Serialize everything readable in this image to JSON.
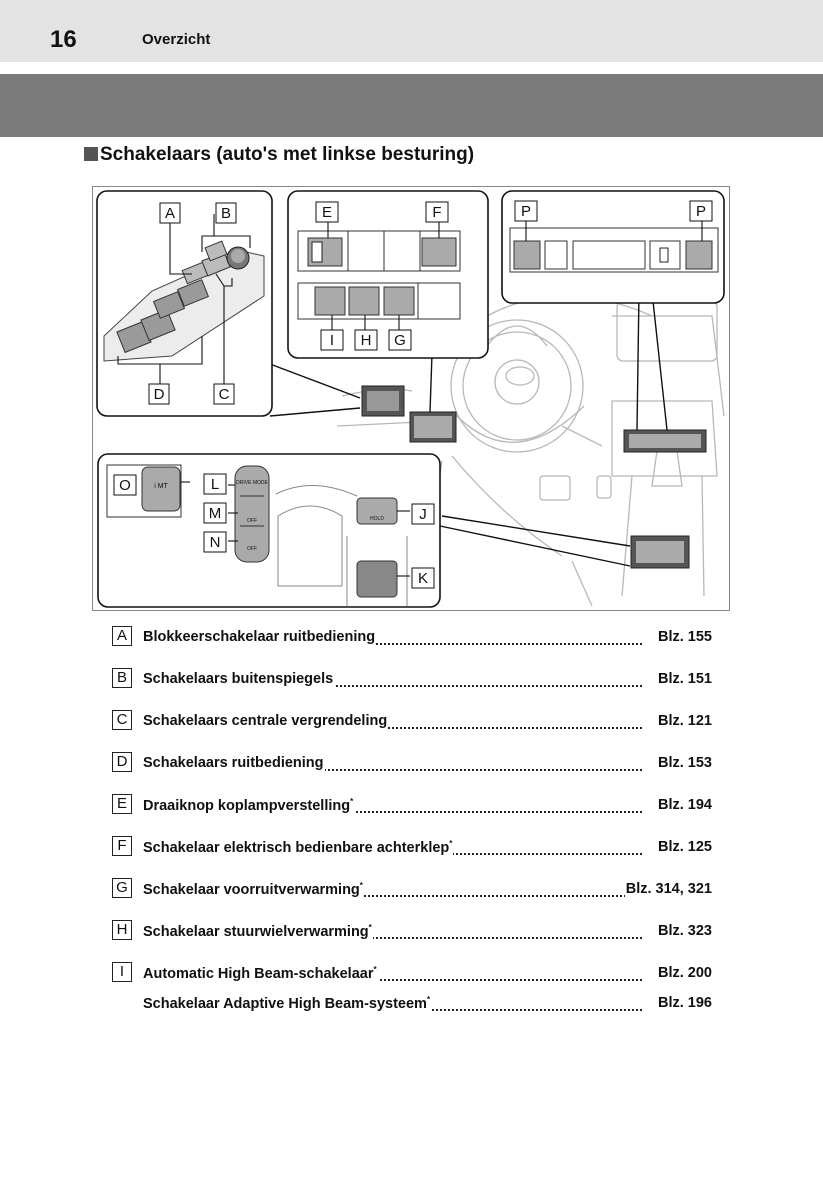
{
  "header": {
    "page_number": "16",
    "chapter": "Overzicht"
  },
  "section": {
    "title": "Schakelaars (auto's met linkse besturing)"
  },
  "figure": {
    "callouts": [
      "A",
      "B",
      "C",
      "D",
      "E",
      "F",
      "I",
      "H",
      "G",
      "P",
      "P",
      "O",
      "L",
      "M",
      "N",
      "J",
      "K"
    ],
    "switch_texts": {
      "imt": "i MT",
      "drive_mode": "DRIVE MODE",
      "off": "OFF",
      "hold": "HOLD"
    }
  },
  "items": [
    {
      "letter": "A",
      "label": "Blokkeerschakelaar ruitbediening",
      "star": "",
      "ref": "Blz. 155"
    },
    {
      "letter": "B",
      "label": "Schakelaars buitenspiegels",
      "star": "",
      "ref": "Blz. 151"
    },
    {
      "letter": "C",
      "label": "Schakelaars centrale vergrendeling",
      "star": "",
      "ref": "Blz. 121"
    },
    {
      "letter": "D",
      "label": "Schakelaars ruitbediening",
      "star": "",
      "ref": "Blz. 153"
    },
    {
      "letter": "E",
      "label": "Draaiknop koplampverstelling",
      "star": "*",
      "ref": "Blz. 194"
    },
    {
      "letter": "F",
      "label": "Schakelaar elektrisch bedienbare achterklep",
      "star": "*",
      "ref": "Blz. 125"
    },
    {
      "letter": "G",
      "label": "Schakelaar voorruitverwarming",
      "star": "*",
      "ref": "Blz. 314, 321"
    },
    {
      "letter": "H",
      "label": "Schakelaar stuurwielverwarming",
      "star": "*",
      "ref": "Blz. 323"
    },
    {
      "letter": "I",
      "label": "Automatic High Beam-schakelaar",
      "star": "*",
      "ref": "Blz. 200"
    },
    {
      "letter": "",
      "label": "Schakelaar Adaptive High Beam-systeem",
      "star": "*",
      "ref": "Blz. 196"
    }
  ]
}
